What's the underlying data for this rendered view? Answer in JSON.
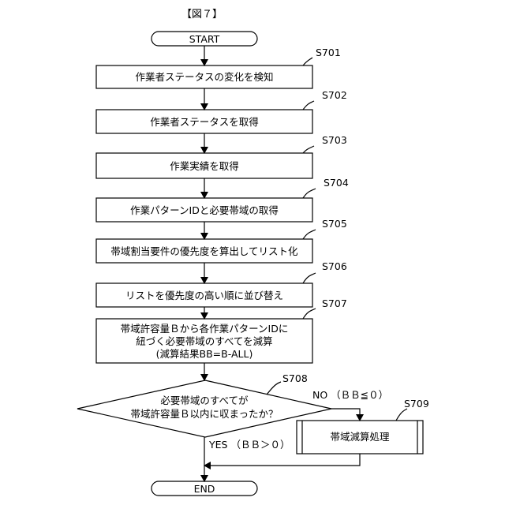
{
  "figure": {
    "title": "【図７】"
  },
  "start": {
    "label": "START"
  },
  "end": {
    "label": "END"
  },
  "steps": [
    {
      "id": "S701",
      "lines": [
        "作業者ステータスの変化を検知"
      ]
    },
    {
      "id": "S702",
      "lines": [
        "作業者ステータスを取得"
      ]
    },
    {
      "id": "S703",
      "lines": [
        "作業実績を取得"
      ]
    },
    {
      "id": "S704",
      "lines": [
        "作業パターンIDと必要帯域の取得"
      ]
    },
    {
      "id": "S705",
      "lines": [
        "帯域割当要件の優先度を算出してリスト化"
      ]
    },
    {
      "id": "S706",
      "lines": [
        "リストを優先度の高い順に並び替え"
      ]
    },
    {
      "id": "S707",
      "lines": [
        "帯域許容量Ｂから各作業パターンIDに",
        "紐づく必要帯域のすべてを減算",
        "(減算結果BB=B-ALL)"
      ]
    }
  ],
  "decision": {
    "id": "S708",
    "lines": [
      "必要帯域のすべてが",
      "帯域許容量Ｂ以内に収まったか？"
    ],
    "no_label": "NO （ＢＢ≦０）",
    "yes_label": "YES （ＢＢ＞０）"
  },
  "process": {
    "id": "S709",
    "label": "帯域減算処理"
  }
}
